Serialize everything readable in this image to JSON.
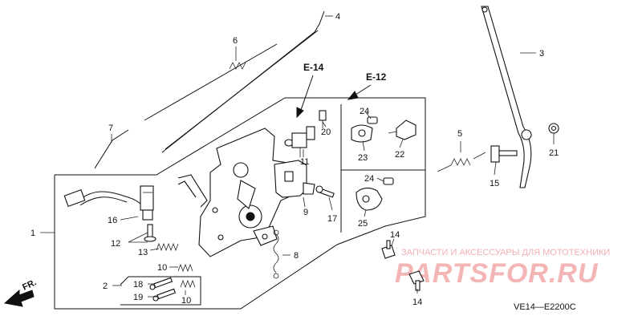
{
  "diagram": {
    "code": "VE14—E2200C",
    "direction_label": "FR.",
    "references": [
      "E-14",
      "E-12"
    ],
    "callouts": {
      "c1": "1",
      "c2": "2",
      "c3": "3",
      "c4": "4",
      "c5": "5",
      "c6": "6",
      "c7": "7",
      "c8": "8",
      "c9": "9",
      "c10a": "10",
      "c10b": "10",
      "c11": "11",
      "c12": "12",
      "c13": "13",
      "c14a": "14",
      "c14b": "14",
      "c15": "15",
      "c16": "16",
      "c17": "17",
      "c18": "18",
      "c19": "19",
      "c20": "20",
      "c21": "21",
      "c22": "22",
      "c23": "23",
      "c24a": "24",
      "c24b": "24",
      "c25": "25"
    }
  },
  "watermark": {
    "tagline": "ЗАПЧАСТИ И АКСЕССУАРЫ ДЛЯ МОТОТЕХНИКИ",
    "brand": "PARTSFOR.RU"
  },
  "colors": {
    "ink": "#111111",
    "watermark": "#f2b8b8"
  }
}
